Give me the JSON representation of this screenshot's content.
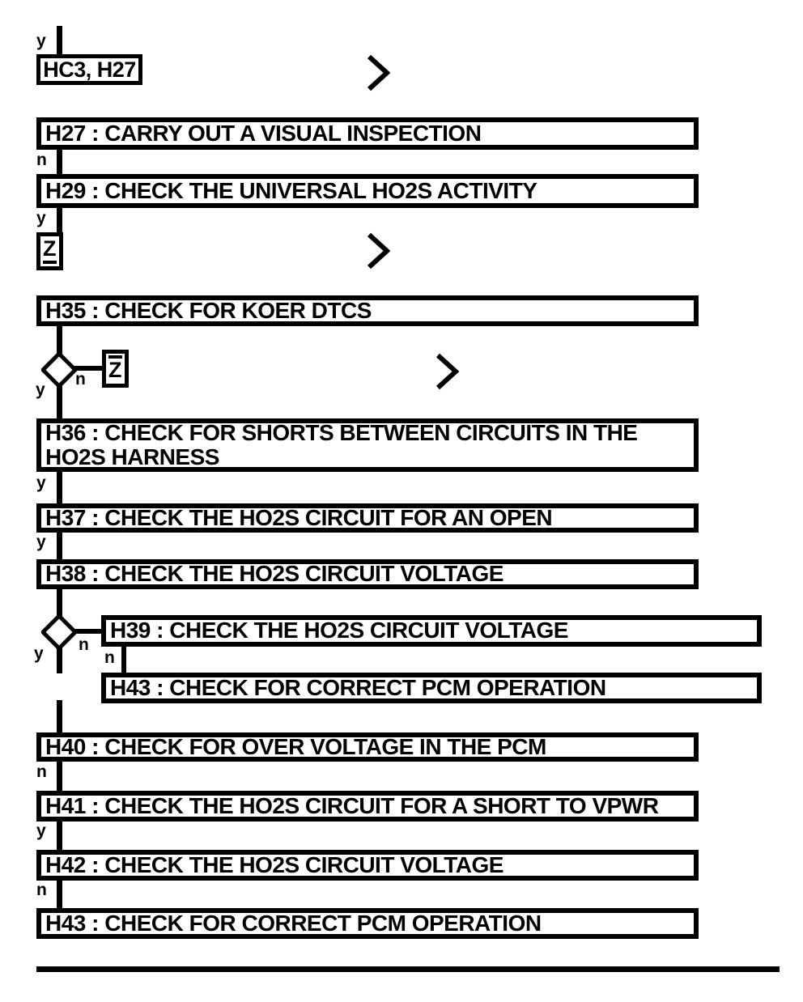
{
  "flowchart": {
    "start_ref": "HC3, H27",
    "yes": "y",
    "no": "n",
    "z_connector": "Z",
    "steps": {
      "h27": "H27 : CARRY OUT A VISUAL INSPECTION",
      "h29": "H29 : CHECK THE UNIVERSAL HO2S ACTIVITY",
      "h35": "H35 : CHECK FOR KOER DTCS",
      "h36": "H36 : CHECK FOR SHORTS BETWEEN CIRCUITS IN THE\nHO2S HARNESS",
      "h37": "H37 : CHECK THE HO2S CIRCUIT FOR AN OPEN",
      "h38": "H38 : CHECK THE HO2S CIRCUIT VOLTAGE",
      "h39": "H39 : CHECK THE HO2S CIRCUIT VOLTAGE",
      "h43_branch": "H43 : CHECK FOR CORRECT PCM OPERATION",
      "h40": "H40 : CHECK FOR OVER VOLTAGE IN THE PCM",
      "h41": "H41 : CHECK THE HO2S CIRCUIT FOR A SHORT TO VPWR",
      "h42": "H42 : CHECK THE HO2S CIRCUIT VOLTAGE",
      "h43": "H43 : CHECK FOR CORRECT PCM OPERATION"
    },
    "colors": {
      "line": "#000000",
      "background": "#ffffff"
    }
  }
}
